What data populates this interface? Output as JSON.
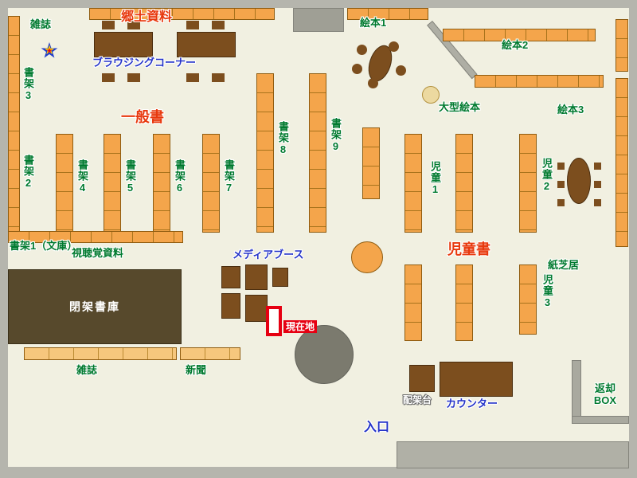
{
  "colors": {
    "floor": "#f1f0e1",
    "wall_gray": "#b5b5ad",
    "shelf_orange": "#f4a54b",
    "shelf_light_orange": "#f6c77d",
    "furniture_brown": "#7c4e1e",
    "closed_stacks_brown": "#57492c",
    "label_green": "#007a2f",
    "label_red": "#e8380d",
    "label_blue": "#2433c8",
    "current_location_red": "#e60012"
  },
  "icons": {
    "star": "★"
  },
  "labels": {
    "magazines_top": "雑誌",
    "local_materials": "郷土資料",
    "browsing_corner": "ブラウジングコーナー",
    "shelf3": "書架3",
    "shelf2": "書架2",
    "general_books": "一般書",
    "shelf4": "書架4",
    "shelf5": "書架5",
    "shelf6": "書架6",
    "shelf7": "書架7",
    "shelf8": "書架8",
    "shelf9": "書架9",
    "picture_books1": "絵本1",
    "picture_books2": "絵本2",
    "picture_books3": "絵本3",
    "large_picture_books": "大型絵本",
    "children1": "児童1",
    "children2": "児童2",
    "children3": "児童3",
    "children_books": "児童書",
    "kamishibai": "紙芝居",
    "shelf1_bunko": "書架1（文庫）",
    "av_materials": "視聴覚資料",
    "media_booth": "メディアブース",
    "closed_stacks": "閉架書庫",
    "current_location": "現在地",
    "magazines_bottom": "雑誌",
    "newspapers": "新聞",
    "shelving_stand": "配架台",
    "counter": "カウンター",
    "return_box_line1": "返却",
    "return_box_line2": "BOX",
    "entrance": "入口"
  }
}
